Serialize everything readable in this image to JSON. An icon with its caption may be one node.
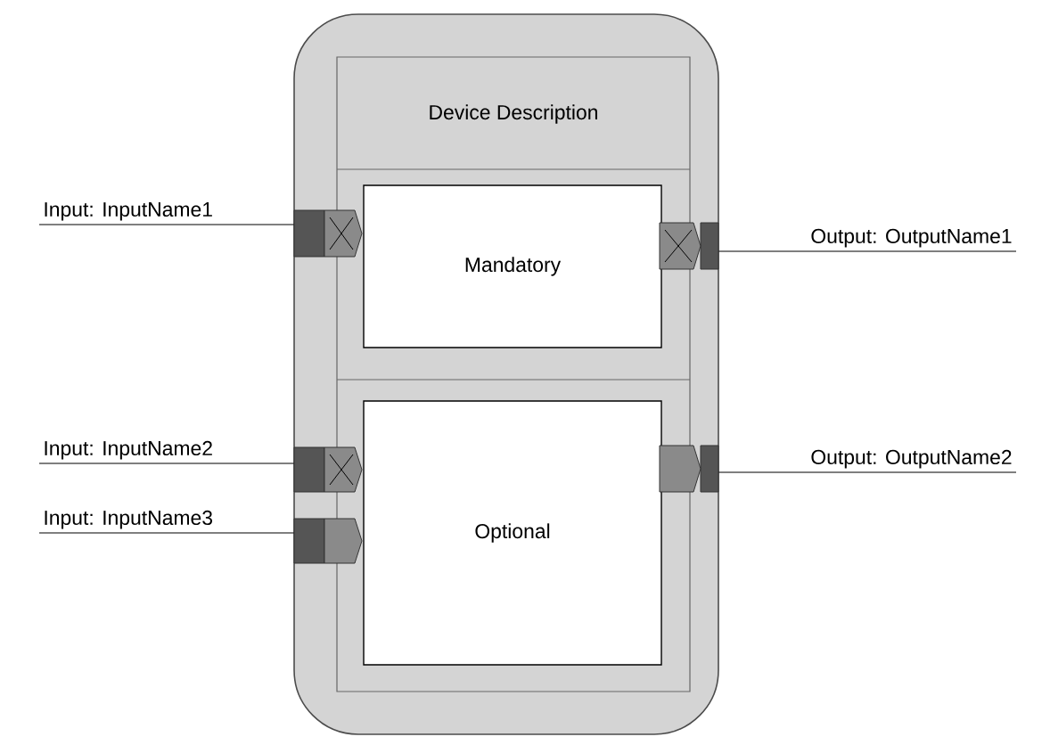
{
  "diagram": {
    "nodes": [
      {
        "text": [],
        "shape": "box"
      },
      {
        "text": [
          "Device Description"
        ],
        "in": 0
      },
      {
        "text": [
          "Mandatory"
        ],
        "in": 1
      },
      {
        "text": [
          "Optional"
        ],
        "in": 1
      },
      {
        "text": [
          "Input: InputName1"
        ]
      },
      {
        "text": [
          "Input: InputName2"
        ]
      },
      {
        "text": [
          "Input: InputName3"
        ]
      },
      {
        "text": [
          "Output: OutputName1"
        ]
      },
      {
        "text": [
          "Output: OutputName2"
        ]
      },
      {
        "text": [],
        "shape": "box",
        "in": 0
      },
      {
        "text": [],
        "shape": "box",
        "in": 0
      },
      {
        "text": [],
        "shape": "box",
        "in": 0
      },
      {
        "text": [],
        "shape": "box",
        "in": 0
      },
      {
        "text": [],
        "shape": "box",
        "in": 0
      }
    ],
    "edges": [
      {
        "from": 4,
        "to": 9,
        "arrow": "none"
      },
      {
        "from": 5,
        "to": 10,
        "arrow": "none"
      },
      {
        "from": 6,
        "to": 11,
        "arrow": "none"
      },
      {
        "from": 12,
        "to": 7,
        "arrow": "none"
      },
      {
        "from": 13,
        "to": 8,
        "arrow": "none"
      }
    ]
  }
}
